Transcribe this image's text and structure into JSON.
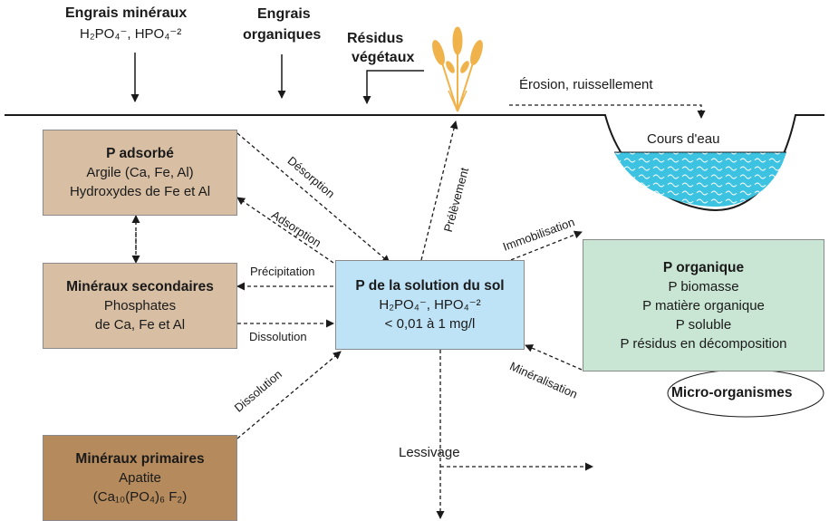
{
  "colors": {
    "box_tan": "#d8bfa4",
    "box_brown": "#b58a5c",
    "box_blue": "#bfe3f6",
    "box_green": "#c9e6d4",
    "water": "#3cc3e2",
    "wheat": "#f0b24a",
    "line": "#1a1a1a"
  },
  "top": {
    "engrais_mineraux": "Engrais minéraux",
    "engrais_mineraux_formula": "H₂PO₄⁻, HPO₄⁻²",
    "engrais_organiques_1": "Engrais",
    "engrais_organiques_2": "organiques",
    "residus_1": "Résidus",
    "residus_2": "végétaux",
    "erosion": "Érosion, ruissellement",
    "cours_eau": "Cours d'eau"
  },
  "boxes": {
    "adsorbe": {
      "title": "P adsorbé",
      "line1": "Argile (Ca, Fe, Al)",
      "line2": "Hydroxydes de Fe et Al"
    },
    "secondaires": {
      "title": "Minéraux secondaires",
      "line1": "Phosphates",
      "line2": "de Ca, Fe et Al"
    },
    "primaires": {
      "title": "Minéraux primaires",
      "line1": "Apatite",
      "line2": "(Ca₁₀(PO₄)₆ F₂)"
    },
    "solution": {
      "title": "P de la solution du sol",
      "line1": "H₂PO₄⁻, HPO₄⁻²",
      "line2": "< 0,01 à 1 mg/l"
    },
    "organique": {
      "title": "P organique",
      "line1": "P biomasse",
      "line2": "P matière organique",
      "line3": "P soluble",
      "line4": "P résidus en décomposition"
    }
  },
  "micro": "Micro-organismes",
  "labels": {
    "desorption": "Désorption",
    "adsorption": "Adsorption",
    "precipitation": "Précipitation",
    "dissolution_right": "Dissolution",
    "dissolution_diag": "Dissolution",
    "prelevement": "Prélèvement",
    "immobilisation": "Immobilisation",
    "mineralisation": "Minéralisation",
    "lessivage": "Lessivage"
  }
}
